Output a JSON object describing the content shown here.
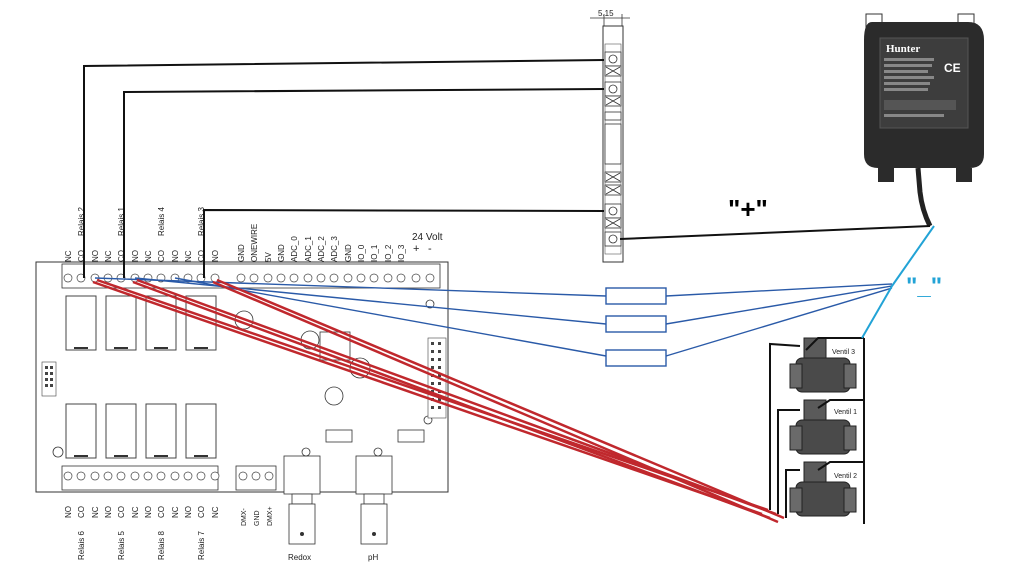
{
  "dimension": {
    "label": "5.15"
  },
  "top_terminals": {
    "relay_group_1": [
      "NC",
      "CO",
      "NO",
      "NC",
      "CO",
      "NO",
      "NC",
      "CO",
      "NO",
      "NC",
      "CO",
      "NO"
    ],
    "relay_names_top": [
      "Relais 2",
      "Relais 1",
      "Relais 4",
      "Relais 3"
    ],
    "io_labels": [
      "GND",
      "ONEWIRE",
      "5V",
      "GND",
      "ADC_0",
      "ADC_1",
      "ADC_2",
      "ADC_3",
      "GND",
      "IO_0",
      "IO_1",
      "IO_2",
      "IO_3",
      "+",
      "-"
    ],
    "supply": "24 Volt"
  },
  "bottom_terminals": {
    "relay_groups": [
      {
        "name": "Relais 6",
        "pins": [
          "NO",
          "CO",
          "NC"
        ]
      },
      {
        "name": "Relais 5",
        "pins": [
          "NO",
          "CO",
          "NC"
        ]
      },
      {
        "name": "Relais 8",
        "pins": [
          "NO",
          "CO",
          "NC"
        ]
      },
      {
        "name": "Relais 7",
        "pins": [
          "NO",
          "CO",
          "NC"
        ]
      }
    ],
    "dmx": [
      "DMX-",
      "GND",
      "DMX+"
    ],
    "connectors": [
      "Redox",
      "pH"
    ]
  },
  "power_supply": {
    "brand": "Hunter",
    "mark": "CE",
    "plus_label": "\"+\"",
    "minus_label": "\"_\""
  },
  "valves": [
    "Ventil 3",
    "Ventil 1",
    "Ventil 2"
  ],
  "colors": {
    "wire_black": "#111111",
    "wire_blue": "#2a5aa8",
    "wire_red": "#c0282d",
    "wire_cyan": "#22a3d6"
  }
}
